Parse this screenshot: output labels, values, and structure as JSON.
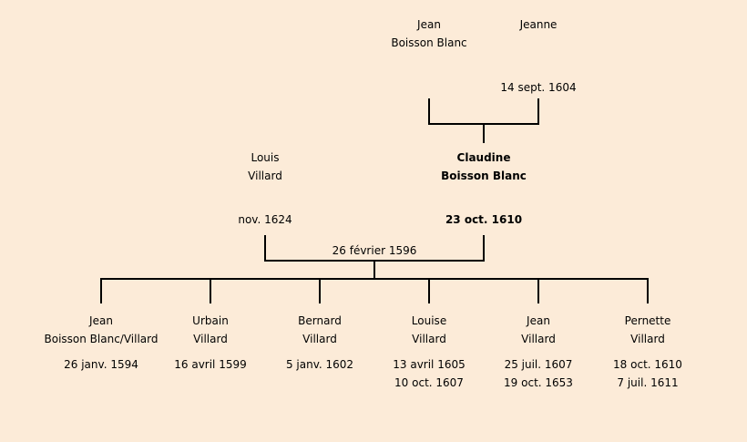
{
  "grandparents": {
    "father": {
      "first": "Jean",
      "last": "Boisson Blanc"
    },
    "mother": {
      "first": "Jeanne",
      "date": "14 sept. 1604"
    }
  },
  "parents": {
    "father": {
      "first": "Louis",
      "last": "Villard",
      "date": "nov. 1624"
    },
    "mother": {
      "first": "Claudine",
      "last": "Boisson Blanc",
      "date": "23 oct. 1610"
    },
    "marriage": "26 février 1596"
  },
  "children": [
    {
      "first": "Jean",
      "last": "Boisson Blanc/Villard",
      "date1": "26 janv. 1594",
      "date2": ""
    },
    {
      "first": "Urbain",
      "last": "Villard",
      "date1": "16 avril 1599",
      "date2": ""
    },
    {
      "first": "Bernard",
      "last": "Villard",
      "date1": "5 janv. 1602",
      "date2": ""
    },
    {
      "first": "Louise",
      "last": "Villard",
      "date1": "13 avril 1605",
      "date2": "10 oct. 1607"
    },
    {
      "first": "Jean",
      "last": "Villard",
      "date1": "25 juil. 1607",
      "date2": "19 oct. 1653"
    },
    {
      "first": "Pernette",
      "last": "Villard",
      "date1": "18 oct. 1610",
      "date2": "7 juil. 1611"
    }
  ]
}
